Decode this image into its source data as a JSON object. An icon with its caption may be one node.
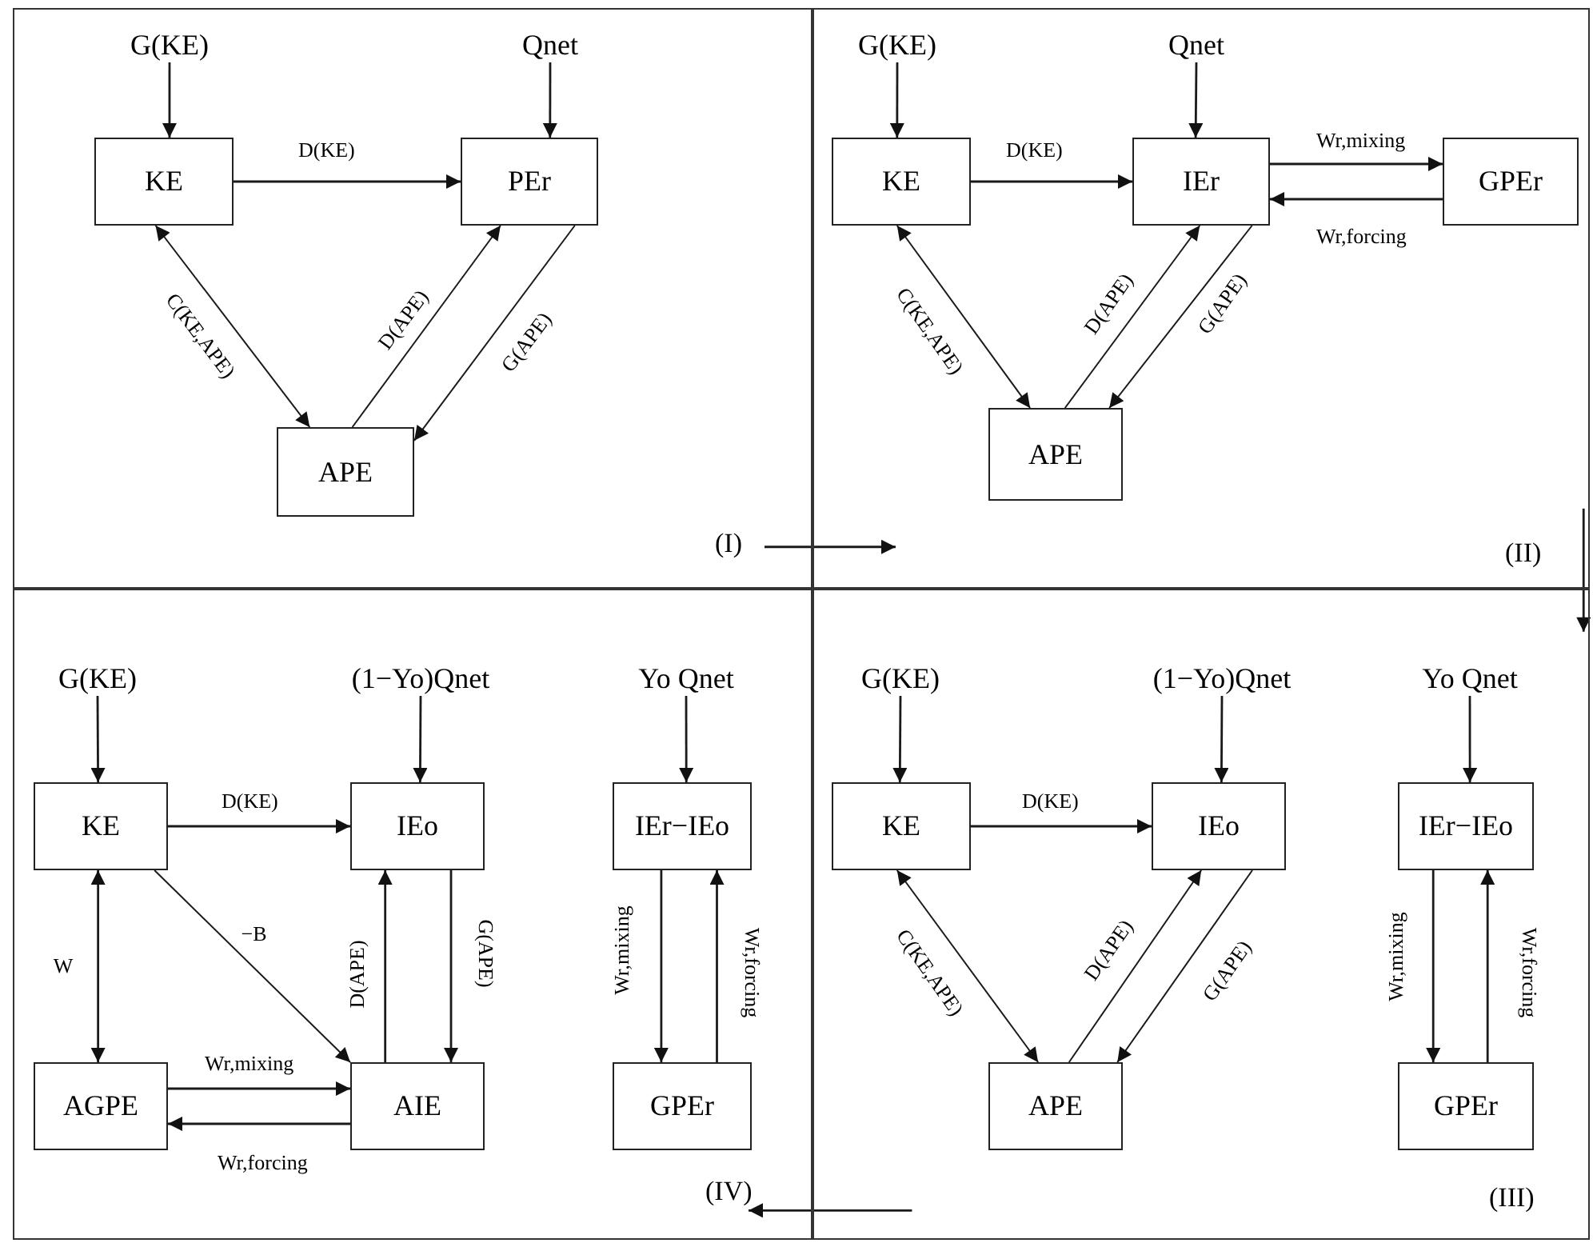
{
  "diagram": {
    "nodes": [
      {
        "text": [
          "(I)"
        ]
      },
      {
        "text": [
          "G(KE)"
        ],
        "in": 0
      },
      {
        "text": [
          "Qnet"
        ],
        "in": 0
      },
      {
        "text": [
          "KE"
        ],
        "in": 0
      },
      {
        "text": [
          "PEr"
        ],
        "in": 0
      },
      {
        "text": [
          "APE"
        ],
        "in": 0
      },
      {
        "text": [
          "(II)"
        ]
      },
      {
        "text": [
          "G(KE)"
        ],
        "in": 6
      },
      {
        "text": [
          "Qnet"
        ],
        "in": 6
      },
      {
        "text": [
          "KE"
        ],
        "in": 6
      },
      {
        "text": [
          "IEr"
        ],
        "in": 6
      },
      {
        "text": [
          "GPEr"
        ],
        "in": 6
      },
      {
        "text": [
          "APE"
        ],
        "in": 6
      },
      {
        "text": [
          "(IV)"
        ]
      },
      {
        "text": [
          "G(KE)"
        ],
        "in": 13
      },
      {
        "text": [
          "(1−Yo)Qnet"
        ],
        "in": 13
      },
      {
        "text": [
          "Yo Qnet"
        ],
        "in": 13
      },
      {
        "text": [
          "KE"
        ],
        "in": 13
      },
      {
        "text": [
          "IEo"
        ],
        "in": 13
      },
      {
        "text": [
          "IEr−IEo"
        ],
        "in": 13
      },
      {
        "text": [
          "AGPE"
        ],
        "in": 13
      },
      {
        "text": [
          "AIE"
        ],
        "in": 13
      },
      {
        "text": [
          "GPEr"
        ],
        "in": 13
      },
      {
        "text": [
          "(III)"
        ]
      },
      {
        "text": [
          "G(KE)"
        ],
        "in": 23
      },
      {
        "text": [
          "(1−Yo)Qnet"
        ],
        "in": 23
      },
      {
        "text": [
          "Yo Qnet"
        ],
        "in": 23
      },
      {
        "text": [
          "KE"
        ],
        "in": 23
      },
      {
        "text": [
          "IEo"
        ],
        "in": 23
      },
      {
        "text": [
          "IEr−IEo"
        ],
        "in": 23
      },
      {
        "text": [
          "APE"
        ],
        "in": 23
      },
      {
        "text": [
          "GPEr"
        ],
        "in": 23
      }
    ],
    "edges": [
      {
        "from": 1,
        "to": 3,
        "arrow": "to"
      },
      {
        "from": 2,
        "to": 4,
        "arrow": "to"
      },
      {
        "from": 3,
        "to": 4,
        "arrow": "to",
        "label": "D(KE)"
      },
      {
        "from": 3,
        "to": 5,
        "arrow": "both",
        "label": "C(KE,APE)"
      },
      {
        "from": 5,
        "to": 4,
        "arrow": "to",
        "label": "D(APE)"
      },
      {
        "from": 4,
        "to": 5,
        "arrow": "to",
        "label": "G(APE)"
      },
      {
        "from": 7,
        "to": 9,
        "arrow": "to"
      },
      {
        "from": 8,
        "to": 10,
        "arrow": "to"
      },
      {
        "from": 9,
        "to": 10,
        "arrow": "to",
        "label": "D(KE)"
      },
      {
        "from": 9,
        "to": 12,
        "arrow": "both",
        "label": "C(KE,APE)"
      },
      {
        "from": 12,
        "to": 10,
        "arrow": "to",
        "label": "D(APE)"
      },
      {
        "from": 10,
        "to": 12,
        "arrow": "to",
        "label": "G(APE)"
      },
      {
        "from": 10,
        "to": 11,
        "arrow": "to",
        "label": "Wr,mixing"
      },
      {
        "from": 11,
        "to": 10,
        "arrow": "to",
        "label": "Wr,forcing"
      },
      {
        "from": 14,
        "to": 17,
        "arrow": "to"
      },
      {
        "from": 15,
        "to": 18,
        "arrow": "to"
      },
      {
        "from": 16,
        "to": 19,
        "arrow": "to"
      },
      {
        "from": 17,
        "to": 18,
        "arrow": "to",
        "label": "D(KE)"
      },
      {
        "from": 17,
        "to": 20,
        "arrow": "both",
        "label": "W"
      },
      {
        "from": 17,
        "to": 21,
        "arrow": "to",
        "label": "−B"
      },
      {
        "from": 21,
        "to": 18,
        "arrow": "to",
        "label": "D(APE)"
      },
      {
        "from": 18,
        "to": 21,
        "arrow": "to",
        "label": "G(APE)"
      },
      {
        "from": 19,
        "to": 22,
        "arrow": "to",
        "label": "Wr,mixing"
      },
      {
        "from": 22,
        "to": 19,
        "arrow": "to",
        "label": "Wr,forcing"
      },
      {
        "from": 20,
        "to": 21,
        "arrow": "to",
        "label": "Wr,mixing"
      },
      {
        "from": 21,
        "to": 20,
        "arrow": "to",
        "label": "Wr,forcing"
      },
      {
        "from": 24,
        "to": 27,
        "arrow": "to"
      },
      {
        "from": 25,
        "to": 28,
        "arrow": "to"
      },
      {
        "from": 26,
        "to": 29,
        "arrow": "to"
      },
      {
        "from": 27,
        "to": 28,
        "arrow": "to",
        "label": "D(KE)"
      },
      {
        "from": 27,
        "to": 30,
        "arrow": "both",
        "label": "C(KE,APE)"
      },
      {
        "from": 30,
        "to": 28,
        "arrow": "to",
        "label": "D(APE)"
      },
      {
        "from": 28,
        "to": 30,
        "arrow": "to",
        "label": "G(APE)"
      },
      {
        "from": 29,
        "to": 31,
        "arrow": "to",
        "label": "Wr,mixing"
      },
      {
        "from": 31,
        "to": 29,
        "arrow": "to",
        "label": "Wr,forcing"
      },
      {
        "from": 0,
        "to": 6,
        "arrow": "to"
      },
      {
        "from": 6,
        "to": 23,
        "arrow": "to"
      },
      {
        "from": 23,
        "to": 13,
        "arrow": "to"
      }
    ]
  }
}
